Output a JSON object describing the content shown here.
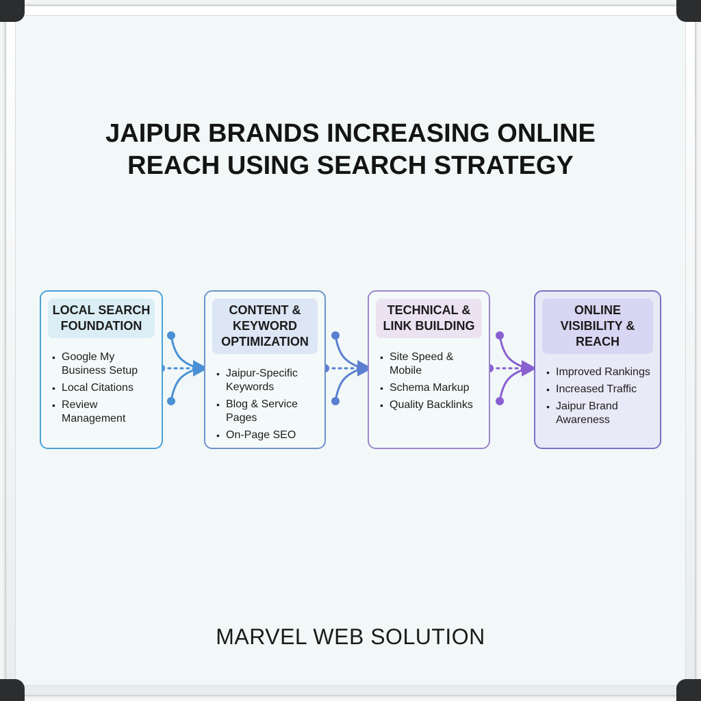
{
  "title": {
    "line1": "JAIPUR BRANDS INCREASING ONLINE",
    "line2": "REACH USING SEARCH STRATEGY"
  },
  "steps": [
    {
      "heading": [
        "LOCAL SEARCH",
        "FOUNDATION"
      ],
      "items": [
        "Google My Business Setup",
        "Local Citations",
        "Review Management"
      ],
      "color": "#4aa0d8"
    },
    {
      "heading": [
        "CONTENT &",
        "KEYWORD",
        "OPTIMIZATION"
      ],
      "items": [
        "Jaipur-Specific Keywords",
        "Blog & Service Pages",
        "On-Page SEO"
      ],
      "color": "#6e92cc"
    },
    {
      "heading": [
        "TECHNICAL &",
        "LINK BUILDING"
      ],
      "items": [
        "Site Speed & Mobile",
        "Schema Markup",
        "Quality Backlinks"
      ],
      "color": "#9d86cc"
    },
    {
      "heading": [
        "ONLINE",
        "VISIBILITY &",
        "REACH"
      ],
      "items": [
        "Improved Rankings",
        "Increased Traffic",
        "Jaipur Brand Awareness"
      ],
      "color": "#7a70c6"
    }
  ],
  "connector_colors": [
    "#4a90d6",
    "#5a7fd0",
    "#8a5fd0"
  ],
  "footer": "MARVEL WEB SOLUTION"
}
